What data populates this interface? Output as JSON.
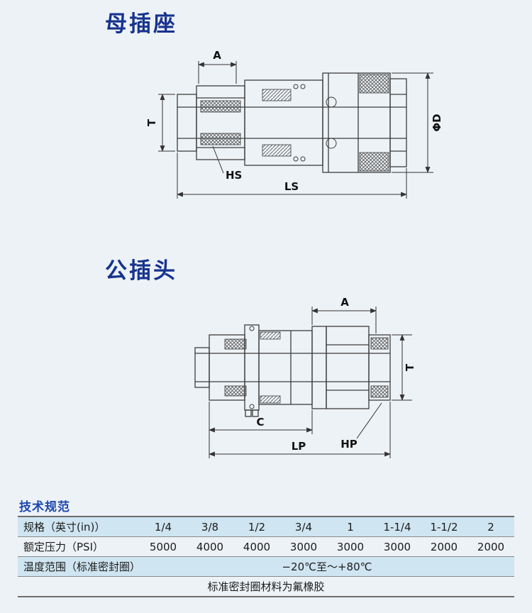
{
  "diagrams": {
    "female": {
      "title": "母插座",
      "dims": {
        "a": "A",
        "t": "T",
        "d": "ΦD",
        "hs": "HS",
        "ls": "LS"
      }
    },
    "male": {
      "title": "公插头",
      "dims": {
        "a": "A",
        "t": "T",
        "c": "C",
        "hp": "HP",
        "lp": "LP"
      }
    }
  },
  "specs": {
    "heading": "技术规范",
    "row_size_label": "规格（英寸(in)）",
    "sizes": [
      "1/4",
      "3/8",
      "1/2",
      "3/4",
      "1",
      "1-1/4",
      "1-1/2",
      "2"
    ],
    "row_pressure_label": "额定压力（PSI）",
    "pressures": [
      "5000",
      "4000",
      "4000",
      "3000",
      "3000",
      "3000",
      "2000",
      "2000"
    ],
    "row_temp_label": "温度范围（标准密封圈）",
    "temp_value": "−20℃至～+80℃",
    "seal_note": "标准密封圈材料为氟橡胶"
  }
}
